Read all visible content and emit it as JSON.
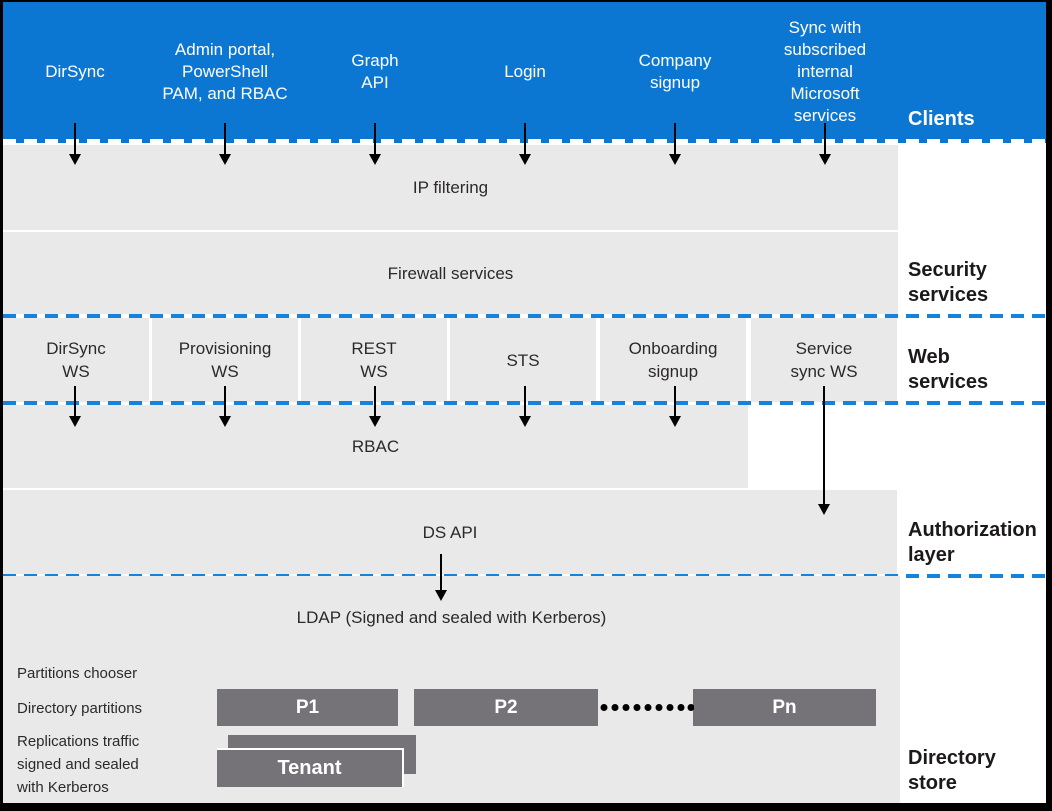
{
  "clients": {
    "side_label": "Clients",
    "items": [
      "DirSync",
      "Admin portal,\nPowerShell\nPAM, and RBAC",
      "Graph\nAPI",
      "Login",
      "Company\nsignup",
      "Sync with\nsubscribed\ninternal\nMicrosoft\nservices"
    ]
  },
  "security": {
    "ip_filtering": "IP filtering",
    "firewall": "Firewall services",
    "side_label": "Security\nservices"
  },
  "web_services": {
    "side_label": "Web\nservices",
    "cells": [
      "DirSync\nWS",
      "Provisioning\nWS",
      "REST\nWS",
      "STS",
      "Onboarding\nsignup",
      "Service\nsync WS"
    ]
  },
  "authorization": {
    "rbac": "RBAC",
    "ds_api": "DS API",
    "side_label": "Authorization\nlayer"
  },
  "directory_store": {
    "side_label": "Directory\nstore",
    "ldap": "LDAP (Signed and sealed with Kerberos)",
    "partitions_chooser": "Partitions chooser",
    "directory_partitions": "Directory partitions",
    "replication": "Replications traffic\nsigned and sealed\nwith Kerberos",
    "partitions": [
      "P1",
      "P2",
      "Pn"
    ],
    "tenant": "Tenant"
  },
  "colors": {
    "client_blue": "#0B77D3",
    "band_gray": "#E9E9E9",
    "partition_gray": "#757378",
    "dash_blue": "#1583DB"
  }
}
